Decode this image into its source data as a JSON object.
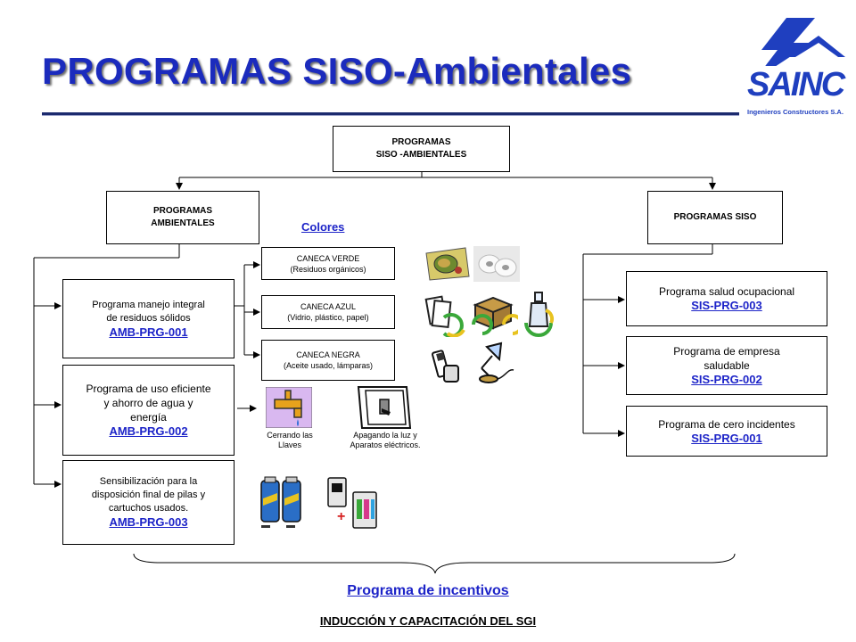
{
  "title": "PROGRAMAS SISO-Ambientales",
  "logo": {
    "brand": "SAINC",
    "subtitle": "Ingenieros Constructores S.A."
  },
  "root": {
    "line1": "PROGRAMAS",
    "line2": "SISO -AMBIENTALES"
  },
  "ambientales": {
    "line1": "PROGRAMAS",
    "line2": "AMBIENTALES"
  },
  "siso": {
    "label": "PROGRAMAS  SISO"
  },
  "colores_label": "Colores",
  "amb_programs": [
    {
      "line1": "Programa  manejo integral",
      "line2": "de residuos sólidos",
      "code": "AMB-PRG-001"
    },
    {
      "line1": "Programa de uso eficiente",
      "line2": "y ahorro de agua y",
      "line3": "energía",
      "code": "AMB-PRG-002"
    },
    {
      "line1": "Sensibilización para la",
      "line2": "disposición final de pilas y",
      "line3": "cartuchos usados.",
      "code": "AMB-PRG-003"
    }
  ],
  "canecas": [
    {
      "name": "CANECA VERDE",
      "desc": "(Residuos orgánicos)"
    },
    {
      "name": "CANECA AZUL",
      "desc": "(Vidrio, plástico, papel)"
    },
    {
      "name": "CANECA NEGRA",
      "desc": "(Aceite usado, lámparas)"
    }
  ],
  "ahorro_captions": {
    "llaves_1": "Cerrando las",
    "llaves_2": "Llaves",
    "luz_1": "Apagando la luz y",
    "luz_2": "Aparatos eléctricos."
  },
  "siso_programs": [
    {
      "line1": "Programa salud ocupacional",
      "code": "SIS-PRG-003"
    },
    {
      "line1": "Programa de empresa",
      "line2": "saludable",
      "code": "SIS-PRG-002"
    },
    {
      "line1": "Programa de cero incidentes",
      "code": "SIS-PRG-001"
    }
  ],
  "incentivos": "Programa de incentivos",
  "footer": "INDUCCIÓN Y CAPACITACIÓN DEL SGI",
  "icons": [
    "lightning-logo-icon",
    "food-waste-icon",
    "paper-towel-icon",
    "recycle-paper-icon",
    "recycle-box-icon",
    "recycle-bottle-icon",
    "phone-icon",
    "lamp-icon",
    "faucet-icon",
    "light-switch-icon",
    "batteries-icon",
    "ink-cartridges-icon"
  ],
  "colors": {
    "title": "#1b2bbd",
    "link": "#1d24c8",
    "logo_blue": "#1f3fbf",
    "recycle_green": "#3aa83a"
  }
}
